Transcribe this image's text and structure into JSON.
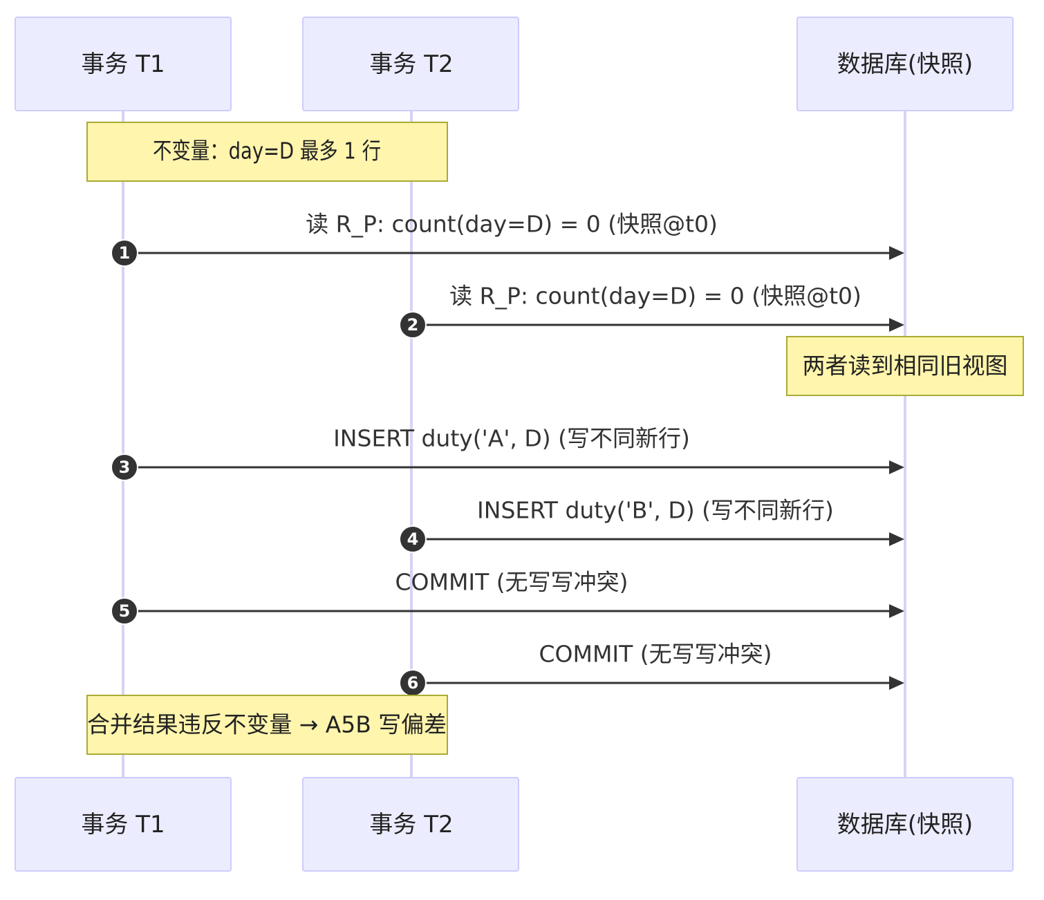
{
  "actors": [
    {
      "id": "t1",
      "label": "事务 T1"
    },
    {
      "id": "t2",
      "label": "事务 T2"
    },
    {
      "id": "db",
      "label": "数据库(快照)"
    }
  ],
  "notes": [
    {
      "text": "不变量：day=D 最多 1 行",
      "over": [
        "t1",
        "t2"
      ]
    },
    {
      "text": "两者读到相同旧视图",
      "over": [
        "db"
      ]
    },
    {
      "text": "合并结果违反不变量 → A5B 写偏差",
      "over": [
        "t1",
        "t2"
      ]
    }
  ],
  "messages": [
    {
      "seq": "1",
      "from": "t1",
      "to": "db",
      "text": "读 R_P: count(day=D) = 0 (快照@t0)"
    },
    {
      "seq": "2",
      "from": "t2",
      "to": "db",
      "text": "读 R_P: count(day=D) = 0 (快照@t0)"
    },
    {
      "seq": "3",
      "from": "t1",
      "to": "db",
      "text": "INSERT duty('A', D) (写不同新行)"
    },
    {
      "seq": "4",
      "from": "t2",
      "to": "db",
      "text": "INSERT duty('B', D) (写不同新行)"
    },
    {
      "seq": "5",
      "from": "t1",
      "to": "db",
      "text": "COMMIT (无写写冲突)"
    },
    {
      "seq": "6",
      "from": "t2",
      "to": "db",
      "text": "COMMIT (无写写冲突)"
    }
  ]
}
